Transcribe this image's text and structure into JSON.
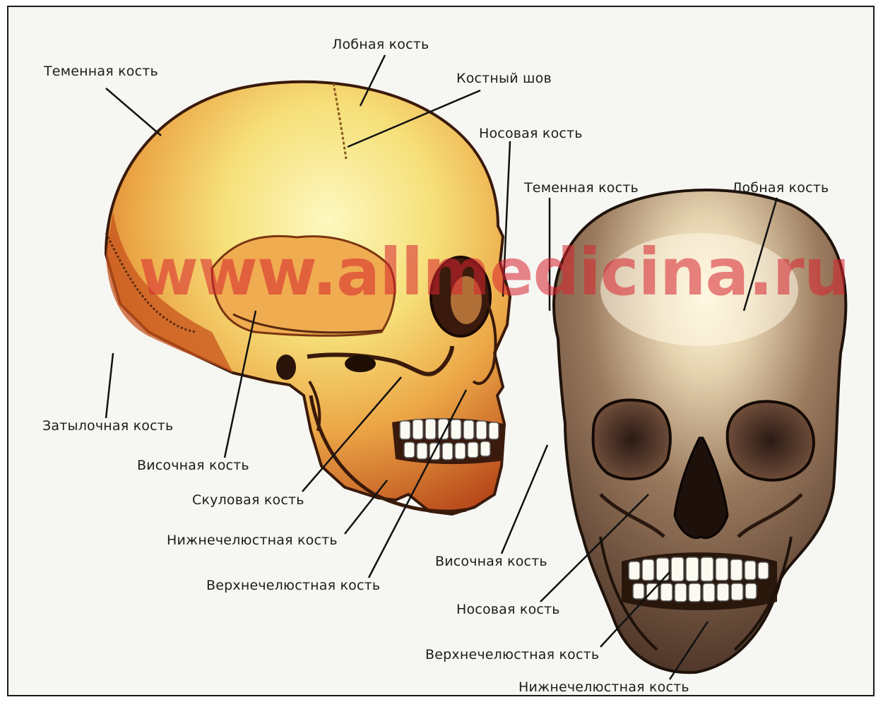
{
  "watermark": "www.allmedicina.ru",
  "side_view": {
    "labels": {
      "parietal": "Теменная кость",
      "frontal": "Лобная кость",
      "suture": "Костный шов",
      "nasal": "Носовая кость",
      "occipital": "Затылочная кость",
      "temporal": "Височная кость",
      "zygomatic": "Скуловая кость",
      "mandible": "Нижнечелюстная кость",
      "maxilla": "Верхнечелюстная кость"
    }
  },
  "front_view": {
    "labels": {
      "parietal": "Теменная кость",
      "frontal": "Лобная кость",
      "temporal": "Височная кость",
      "nasal": "Носовая кость",
      "maxilla": "Верхнечелюстная кость",
      "mandible": "Нижнечелюстная кость"
    }
  },
  "colors": {
    "skull_light": "#fbf3a8",
    "skull_mid": "#f2b24a",
    "skull_dark": "#c0531c",
    "front_skull": "#8a6a50",
    "watermark": "#d8242f"
  }
}
